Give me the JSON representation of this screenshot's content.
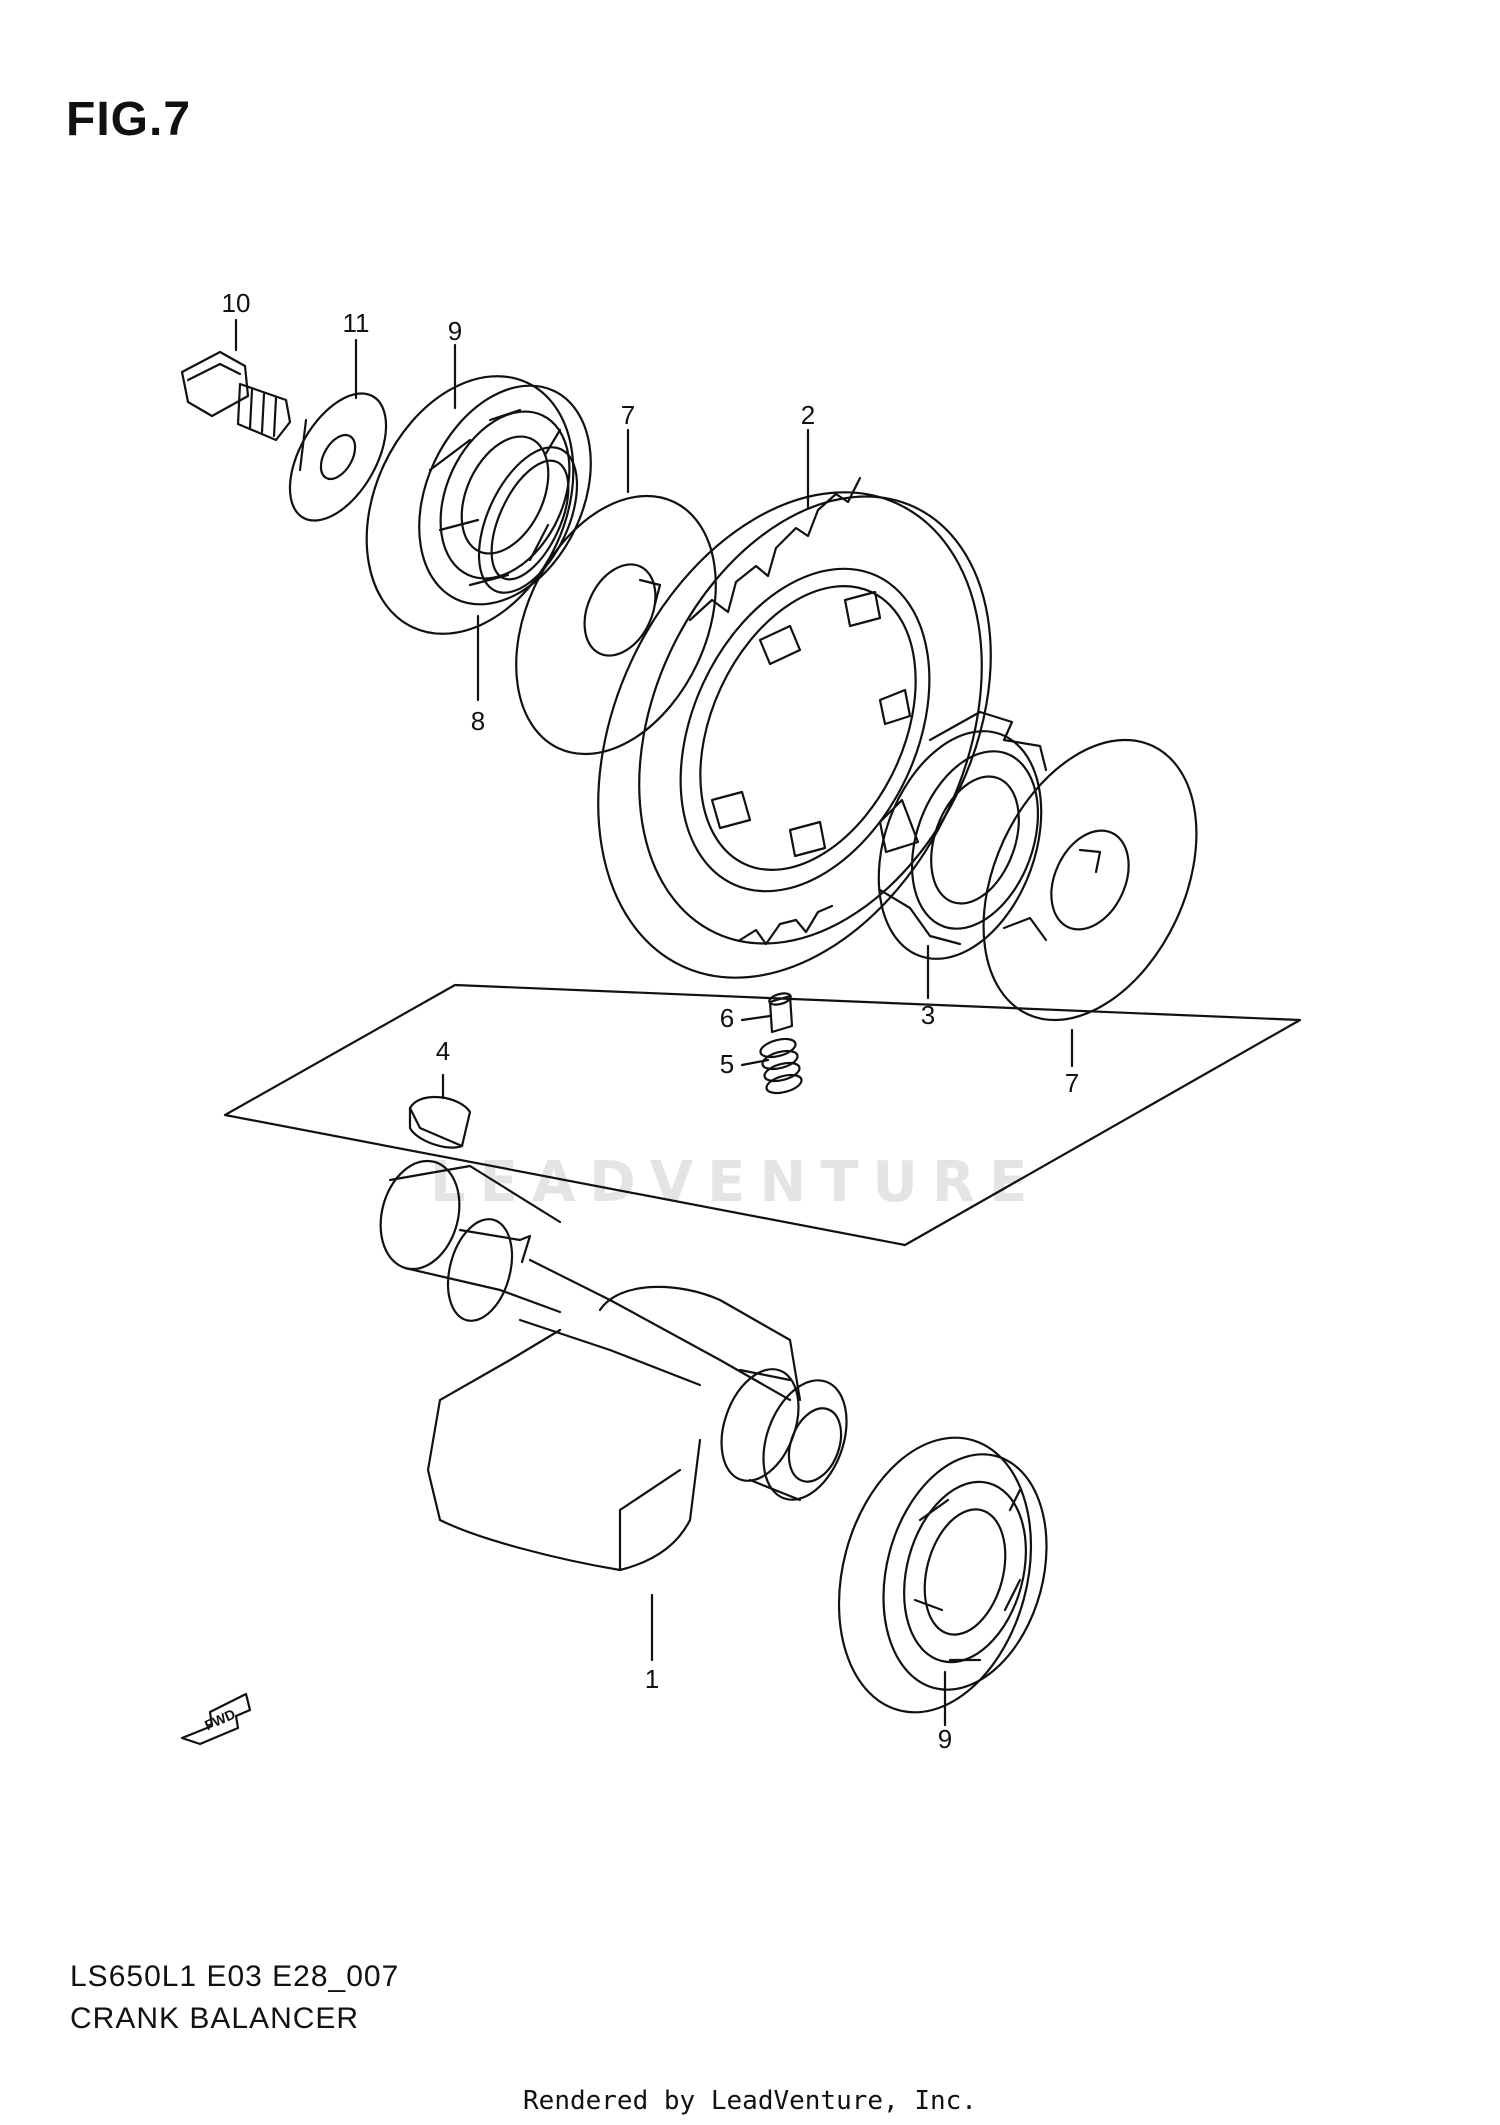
{
  "figure": {
    "title": "FIG.7",
    "model_code": "LS650L1 E03 E28_007",
    "name": "CRANK BALANCER",
    "footer": "Rendered by LeadVenture, Inc.",
    "watermark": "LEADVENTURE",
    "fwd_label": "FWD"
  },
  "callouts": [
    {
      "id": "10",
      "part": "bolt"
    },
    {
      "id": "11",
      "part": "washer"
    },
    {
      "id": "9",
      "part": "bearing-upper"
    },
    {
      "id": "7",
      "part": "thrust-washer-upper"
    },
    {
      "id": "2",
      "part": "balancer-gear"
    },
    {
      "id": "8",
      "part": "circlip"
    },
    {
      "id": "6",
      "part": "pin"
    },
    {
      "id": "5",
      "part": "spring"
    },
    {
      "id": "3",
      "part": "hub"
    },
    {
      "id": "7",
      "part": "thrust-washer-lower"
    },
    {
      "id": "4",
      "part": "woodruff-key"
    },
    {
      "id": "1",
      "part": "balancer-shaft"
    },
    {
      "id": "9",
      "part": "bearing-lower"
    }
  ],
  "colors": {
    "line": "#111111",
    "watermark": "#e4e4e4"
  }
}
